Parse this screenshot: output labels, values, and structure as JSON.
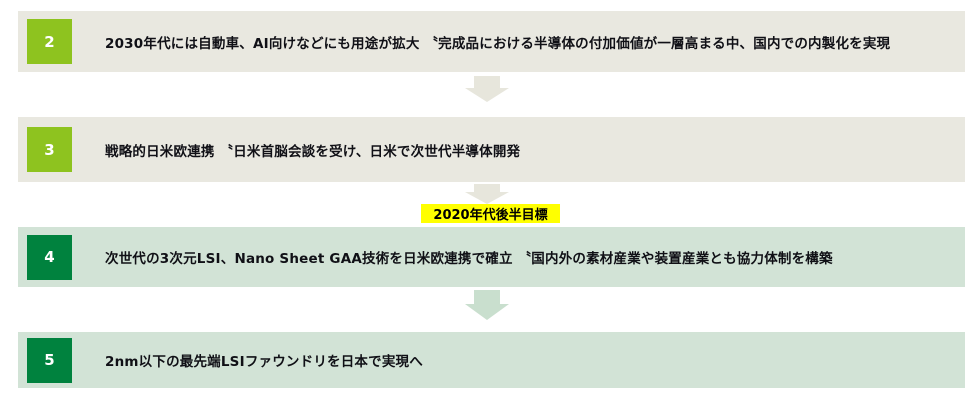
{
  "diagram": {
    "title": "semiconductor-roadmap-steps",
    "milestone_label": "2020年代後半目標",
    "steps": [
      {
        "number": "2",
        "text": "2030年代には自動車、AI向けなどにも用途が拡大 〝完成品における半導体の付加価値が一層高まる中、国内での内製化を実現",
        "theme": "beige"
      },
      {
        "number": "3",
        "text": "戦略的日米欧連携 〝日米首脳会談を受け、日米で次世代半導体開発",
        "theme": "beige"
      },
      {
        "number": "4",
        "text": "次世代の3次元LSI、Nano Sheet GAA技術を日米欧連携で確立 〝国内外の素材産業や装置産業とも協力体制を構築",
        "theme": "green"
      },
      {
        "number": "5",
        "text": "2nm以下の最先端LSIファウンドリを日本で実現へ",
        "theme": "green"
      }
    ],
    "colors": {
      "row_beige_bg": "#e9e8e0",
      "row_green_bg": "#d2e3d6",
      "badge_lime": "#8ec31f",
      "badge_dark_green": "#00823e",
      "arrow_beige": "#e7e6dc",
      "arrow_green": "#c9dfce",
      "milestone_bg": "#ffff00",
      "milestone_text": "#000000",
      "badge_number_text": "#ffffff",
      "body_text": "#101016",
      "page_bg": "#ffffff"
    }
  }
}
